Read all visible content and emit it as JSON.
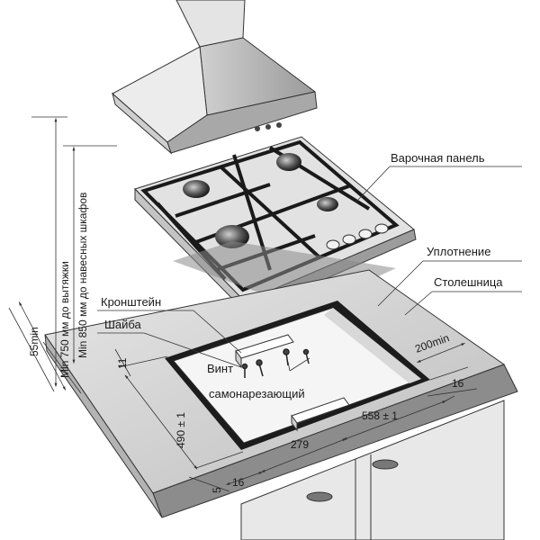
{
  "labels": {
    "hob": "Варочная панель",
    "seal": "Уплотнение",
    "worktop": "Столешница",
    "bracket": "Кронштейн",
    "washer": "Шайба",
    "screw_line1": "Винт",
    "screw_line2": "самонарезающий"
  },
  "dimensions": {
    "min_hood": "Min 750 мм до вытяжки",
    "min_cabinets": "Min 850 мм до навесных шкафов",
    "min55": "55min",
    "min200": "200min",
    "d11": "11",
    "d490": "490 ± 1",
    "d5": "5",
    "d16_bottom": "16",
    "d279": "279",
    "d558": "558 ± 1",
    "d16_right": "16"
  }
}
